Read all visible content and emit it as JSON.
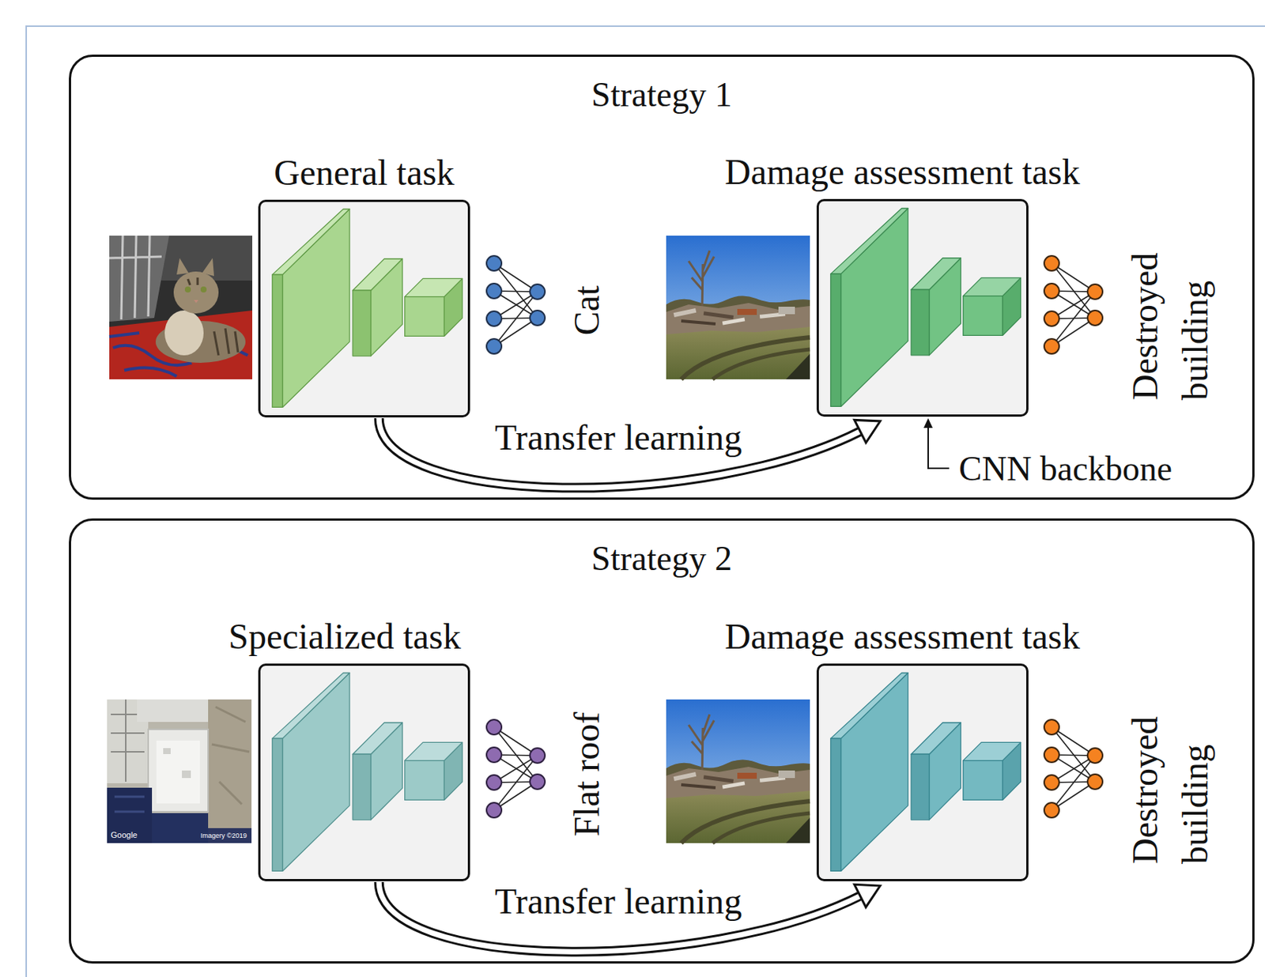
{
  "diagram": {
    "nodes": [
      {
        "text": [
          "Strategy 1"
        ]
      },
      {
        "text": [
          "General task"
        ],
        "in": 0
      },
      {
        "text": [
          "Damage assessment task"
        ],
        "in": 0
      },
      {
        "text": [
          "Strategy 2"
        ]
      },
      {
        "text": [
          "Specialized task"
        ],
        "in": 3
      },
      {
        "text": [
          "Damage assessment task"
        ],
        "in": 3
      }
    ],
    "edges": [
      {
        "from": 1,
        "to": 2,
        "label": "Transfer learning",
        "arrow": "to"
      },
      {
        "from": 4,
        "to": 5,
        "label": "Transfer learning",
        "arrow": "to"
      }
    ],
    "labels": [
      "Cat",
      "Destroyed building",
      "CNN backbone",
      "Google",
      "Imagery ©2019",
      "Flat roof",
      "Destroyed building"
    ]
  }
}
